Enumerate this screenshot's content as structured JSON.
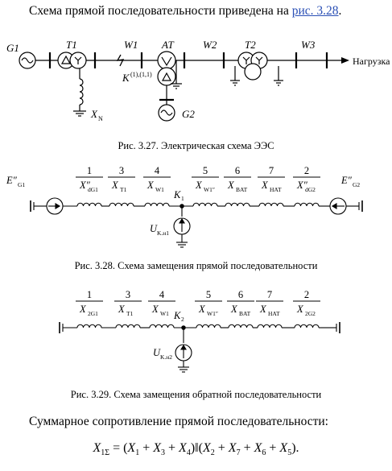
{
  "intro": {
    "text": "Схема прямой последовательности приведена на ",
    "link": "рис. 3.28",
    "tail": "."
  },
  "fig27": {
    "g1": "G1",
    "t1": "T1",
    "w1": "W1",
    "at": "AT",
    "w2": "W2",
    "t2": "T2",
    "w3": "W3",
    "load": "Нагрузка",
    "fault": "K",
    "fault_sup": "(1),(1,1)",
    "xn": "X",
    "xn_sub": "N",
    "g2": "G2",
    "caption": "Рис. 3.27. Электрическая схема ЭЭС"
  },
  "fig28": {
    "e1": "E″",
    "e1_sub": "G1",
    "e2": "E″",
    "e2_sub": "G2",
    "elements": [
      {
        "num": "1",
        "x": "X″",
        "sub": "dG1"
      },
      {
        "num": "3",
        "x": "X",
        "sub": "T1"
      },
      {
        "num": "4",
        "x": "X",
        "sub": "W1"
      },
      {
        "num": "5",
        "x": "X",
        "sub": "W1″"
      },
      {
        "num": "6",
        "x": "X",
        "sub": "BAT"
      },
      {
        "num": "7",
        "x": "X",
        "sub": "HAT"
      },
      {
        "num": "2",
        "x": "X″",
        "sub": "dG2"
      }
    ],
    "k": "K",
    "k_sub": "1",
    "u": "U",
    "u_sub": "K.н1",
    "caption": "Рис. 3.28. Схема замещения прямой последовательности"
  },
  "fig29": {
    "elements": [
      {
        "num": "1",
        "x": "X",
        "sub": "2G1"
      },
      {
        "num": "3",
        "x": "X",
        "sub": "T1"
      },
      {
        "num": "4",
        "x": "X",
        "sub": "W1"
      },
      {
        "num": "5",
        "x": "X",
        "sub": "W1″"
      },
      {
        "num": "6",
        "x": "X",
        "sub": "BAT"
      },
      {
        "num": "7",
        "x": "X",
        "sub": "HAT"
      },
      {
        "num": "2",
        "x": "X",
        "sub": "2G2"
      }
    ],
    "k": "K",
    "k_sub": "2",
    "u": "U",
    "u_sub": "K.н2",
    "caption": "Рис. 3.29. Схема замещения обратной последовательности"
  },
  "summary": {
    "text": "Суммарное сопротивление прямой последовательности:"
  },
  "formula": {
    "lhs": "X",
    "lhs_sub": "1Σ",
    "eq": " = ",
    "g1": [
      "X",
      "1",
      "X",
      "3",
      "X",
      "4"
    ],
    "par": "‖",
    "g2": [
      "X",
      "2",
      "X",
      "7",
      "X",
      "6",
      "X",
      "5"
    ],
    "end": "."
  }
}
